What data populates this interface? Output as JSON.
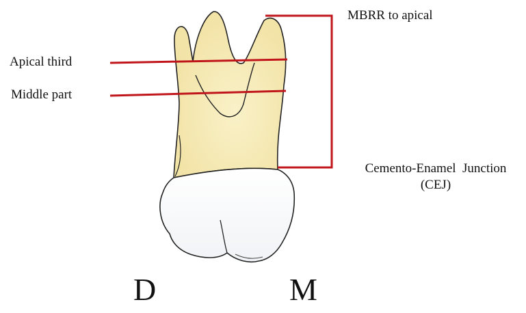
{
  "labels": {
    "apical_third": "Apical third",
    "middle_part": "Middle part",
    "mbrr_to_apical": "MBRR to apical",
    "cej_line1": "Cemento-Enamel  Junction",
    "cej_line2": "(CEJ)",
    "distal": "D",
    "mesial": "M"
  },
  "colors": {
    "line": "#c0151b",
    "root": "#f5eab8",
    "crown": "#ffffff",
    "outline": "#222222"
  }
}
